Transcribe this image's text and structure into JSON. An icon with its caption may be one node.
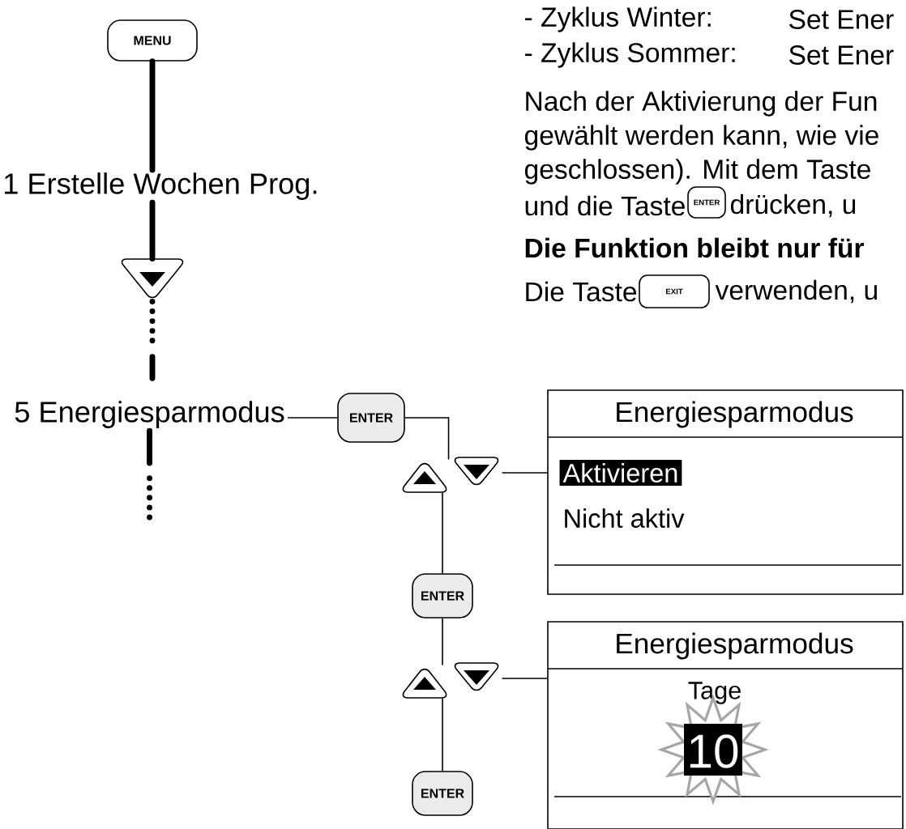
{
  "diagram": {
    "nodes": [
      {
        "text": [
          "MENU"
        ]
      },
      {
        "text": [
          "1 Erstelle Wochen Prog."
        ]
      },
      {
        "text": [],
        "shape": "button"
      },
      {
        "text": [
          "5 Energiesparmodus"
        ]
      },
      {
        "text": [
          "ENTER"
        ]
      },
      {
        "text": [],
        "shape": "button"
      },
      {
        "text": [],
        "shape": "button"
      },
      {
        "text": [
          "Energiesparmodus",
          "Aktivieren",
          "Nicht aktiv"
        ]
      },
      {
        "text": [
          "ENTER"
        ]
      },
      {
        "text": [],
        "shape": "button"
      },
      {
        "text": [],
        "shape": "button"
      },
      {
        "text": [
          "Energiesparmodus",
          "Tage",
          "10"
        ]
      },
      {
        "text": [
          "ENTER"
        ]
      }
    ],
    "edges": [
      {
        "from": 0,
        "to": 1,
        "arrow": "none",
        "style": "thick"
      },
      {
        "from": 1,
        "to": 2,
        "arrow": "none",
        "style": "thick"
      },
      {
        "from": 2,
        "to": 3,
        "arrow": "none",
        "style": "dashed"
      },
      {
        "from": 3,
        "to": null,
        "arrow": "none",
        "style": "dashed"
      },
      {
        "from": 3,
        "to": 4,
        "arrow": "none"
      },
      {
        "from": 4,
        "to": 5,
        "arrow": "none"
      },
      {
        "from": 6,
        "to": 7,
        "arrow": "none"
      },
      {
        "from": 5,
        "to": 8,
        "arrow": "none"
      },
      {
        "from": 8,
        "to": 9,
        "arrow": "none"
      },
      {
        "from": 10,
        "to": 11,
        "arrow": "none"
      },
      {
        "from": 9,
        "to": 12,
        "arrow": "none"
      }
    ],
    "labels": [
      "- Zyklus Winter:",
      "Set Ener",
      "- Zyklus Sommer:",
      "Set Ener",
      "Nach der Aktivierung der Fun",
      "gewählt werden kann, wie vie",
      "geschlossen). Mit dem Taste",
      "und die Taste",
      "ENTER",
      "drücken, u",
      "Die Funktion bleibt nur für",
      "Die Taste",
      "EXIT",
      "verwenden, u"
    ]
  }
}
